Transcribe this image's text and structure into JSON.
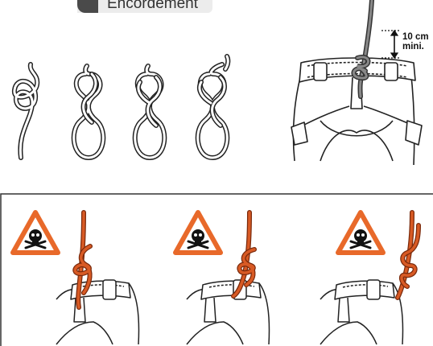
{
  "header": {
    "title": "Encordement"
  },
  "measure": {
    "line1": "10 cm",
    "line2": "mini."
  },
  "colors": {
    "warning": "#e8692a",
    "rope": "#d85a24",
    "header_tab": "#4a4a4a",
    "header_bg": "#ececec"
  },
  "icons": [
    "warning-skull-icon",
    "warning-skull-icon",
    "warning-skull-icon"
  ]
}
